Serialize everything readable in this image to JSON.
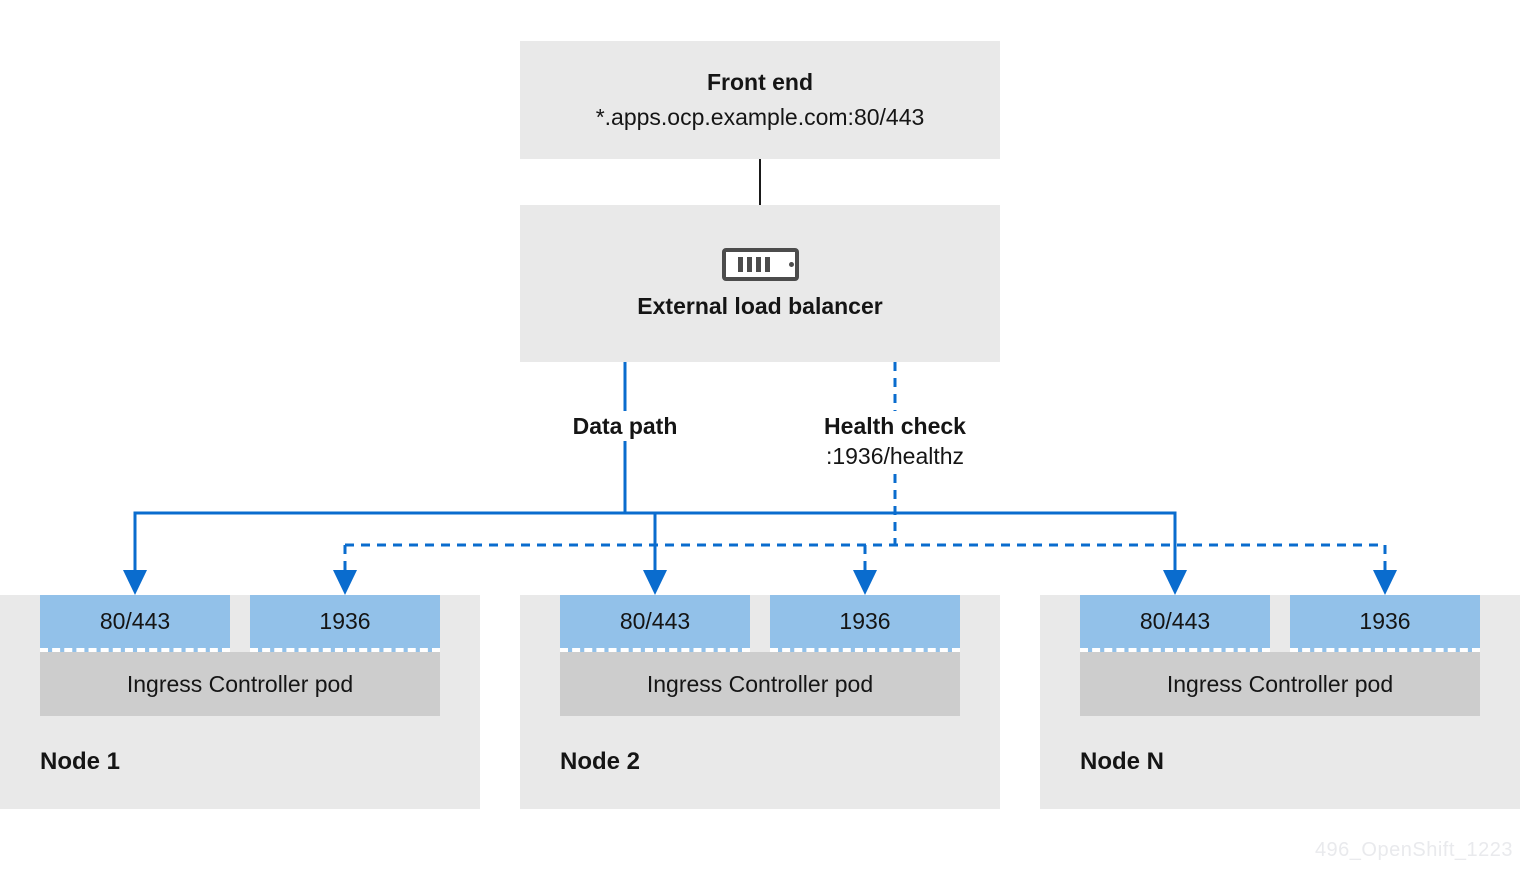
{
  "diagram": {
    "front_end": {
      "title": "Front end",
      "address": "*.apps.ocp.example.com:80/443"
    },
    "load_balancer": {
      "label": "External load balancer",
      "icon": "server-icon"
    },
    "data_path": {
      "label": "Data path"
    },
    "health_check": {
      "label": "Health check",
      "endpoint": ":1936/healthz"
    },
    "nodes": [
      {
        "label": "Node 1",
        "data_port": "80/443",
        "health_port": "1936",
        "pod": "Ingress Controller pod"
      },
      {
        "label": "Node 2",
        "data_port": "80/443",
        "health_port": "1936",
        "pod": "Ingress Controller pod"
      },
      {
        "label": "Node N",
        "data_port": "80/443",
        "health_port": "1936",
        "pod": "Ingress Controller pod"
      }
    ],
    "watermark": "496_OpenShift_1223",
    "colors": {
      "line_blue": "#0a6cce",
      "port_blue": "#92c1e9",
      "box_gray": "#e9e9e9",
      "pod_gray": "#cdcdcd",
      "icon_gray": "#4c4c4c",
      "text": "#151515"
    }
  }
}
